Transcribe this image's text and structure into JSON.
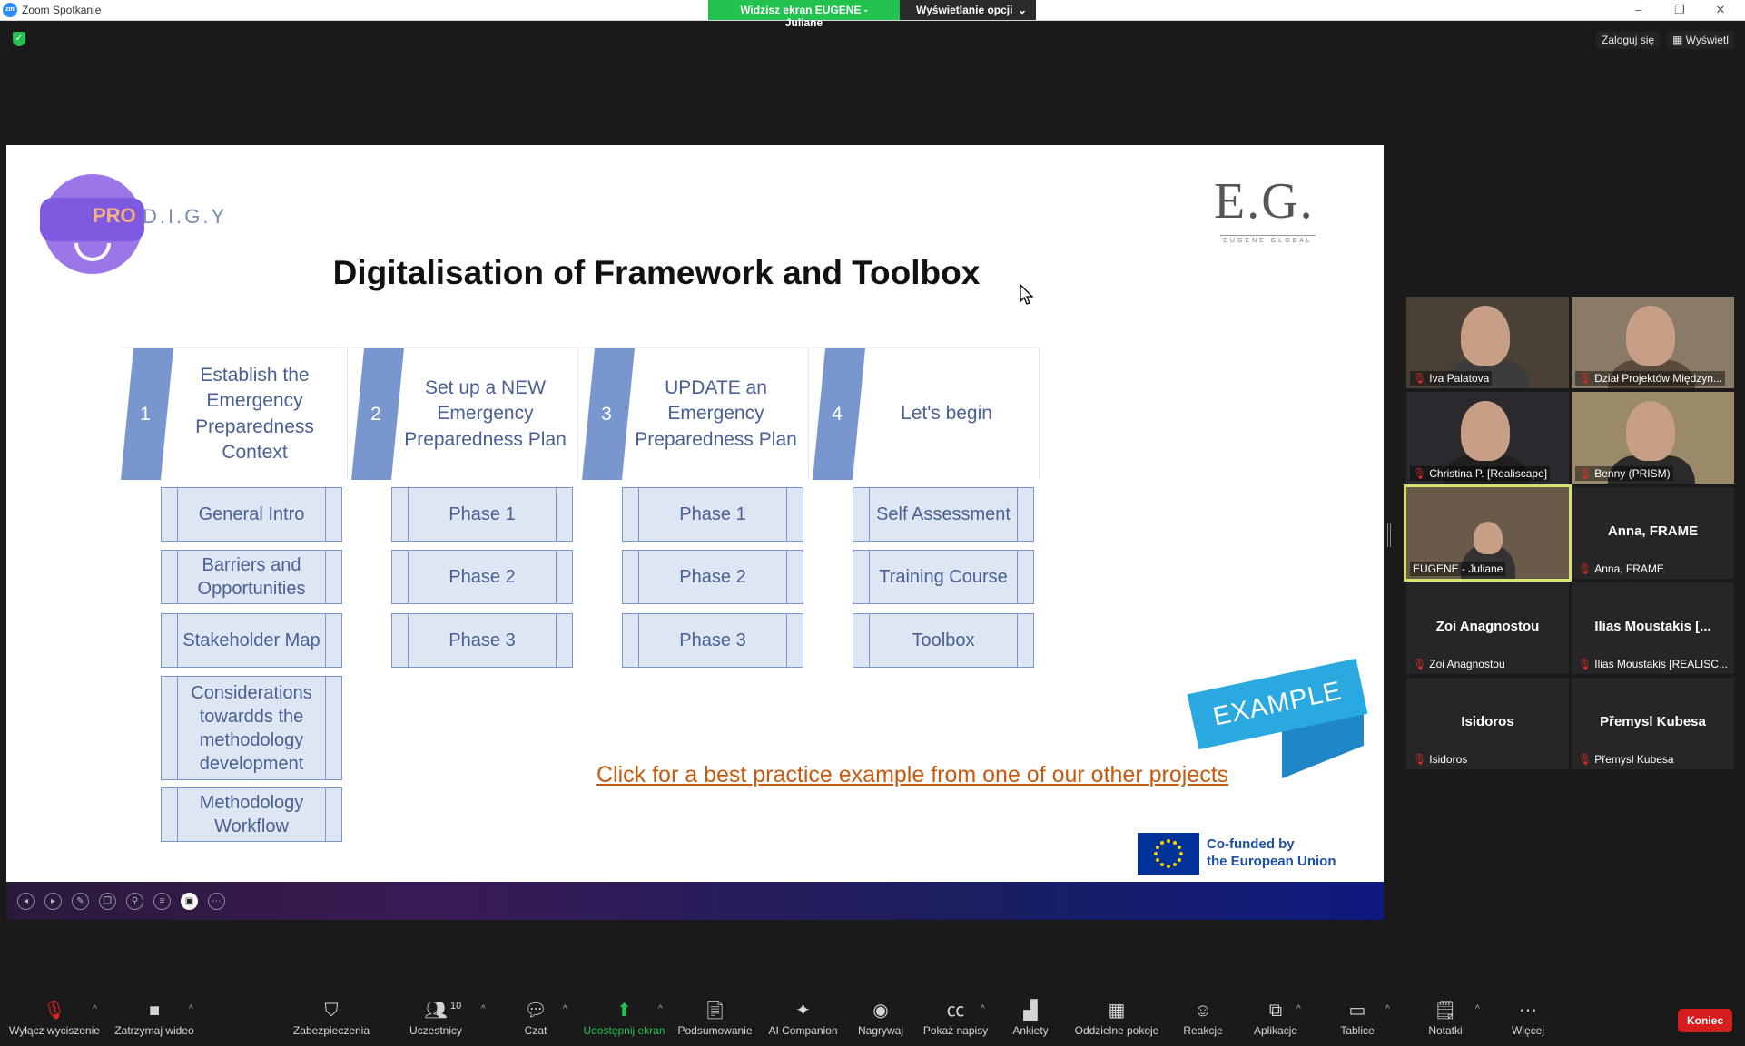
{
  "window": {
    "app_icon": "zm",
    "title": "Zoom Spotkanie",
    "share_banner": "Widzisz ekran EUGENE - Juliane",
    "view_options": "Wyświetlanie opcji",
    "login": "Zaloguj się",
    "view": "Wyświetl"
  },
  "slide": {
    "logo_pro": "PRO",
    "logo_rest": "D.I.G.Y",
    "eg_logo": "E.G.",
    "eg_sub": "EUGENE GLOBAL",
    "title": "Digitalisation of Framework and Toolbox",
    "columns": [
      {
        "num": "1",
        "title": "Establish the Emergency Preparedness Context",
        "items": [
          "General Intro",
          "Barriers and Opportunities",
          "Stakeholder Map",
          "Considerations towardds the methodology development",
          "Methodology Workflow"
        ]
      },
      {
        "num": "2",
        "title": "Set up a NEW Emergency Preparedness Plan",
        "items": [
          "Phase 1",
          "Phase 2",
          "Phase 3"
        ]
      },
      {
        "num": "3",
        "title": "UPDATE an Emergency Preparedness Plan",
        "items": [
          "Phase 1",
          "Phase 2",
          "Phase 3"
        ]
      },
      {
        "num": "4",
        "title": "Let's begin",
        "items": [
          "Self Assessment",
          "Training Course",
          "Toolbox"
        ]
      }
    ],
    "example_badge": "EXAMPLE",
    "best_practice_link": "Click for a best practice example from one of our other projects",
    "eu_text_1": "Co-funded by",
    "eu_text_2": "the European Union",
    "colors": {
      "accent": "#7a96cf",
      "box_fill": "#dee6f3",
      "text": "#4a5f93",
      "link": "#c55a11",
      "badge": "#29a9df",
      "eu_blue": "#003399"
    }
  },
  "slide_controls": [
    "prev-icon",
    "next-icon",
    "pen-icon",
    "copy-icon",
    "zoom-icon",
    "menu-icon",
    "video-icon",
    "more-icon"
  ],
  "participants": [
    {
      "name": "Iva Palatova",
      "display": "",
      "video": true,
      "muted": true
    },
    {
      "name": "Dział Projektów Międzyn...",
      "display": "",
      "video": true,
      "muted": true
    },
    {
      "name": "Christina P. [Realiscape]",
      "display": "",
      "video": true,
      "muted": true
    },
    {
      "name": "Benny (PRISM)",
      "display": "",
      "video": true,
      "muted": true
    },
    {
      "name": "EUGENE - Juliane",
      "display": "",
      "video": true,
      "muted": false,
      "active": true
    },
    {
      "name": "Anna, FRAME",
      "display": "Anna, FRAME",
      "video": false,
      "muted": true
    },
    {
      "name": "Zoi Anagnostou",
      "display": "Zoi Anagnostou",
      "video": false,
      "muted": true
    },
    {
      "name": "Ilias Moustakis [REALISC...",
      "display": "Ilias Moustakis [...",
      "video": false,
      "muted": true
    },
    {
      "name": "Isidoros",
      "display": "Isidoros",
      "video": false,
      "muted": true
    },
    {
      "name": "Přemysl Kubesa",
      "display": "Přemysl Kubesa",
      "video": false,
      "muted": true
    }
  ],
  "toolbar": {
    "mute": "Wyłącz wyciszenie",
    "video": "Zatrzymaj wideo",
    "security": "Zabezpieczenia",
    "participants": "Uczestnicy",
    "participants_count": "10",
    "chat": "Czat",
    "share": "Udostępnij ekran",
    "summary": "Podsumowanie",
    "ai": "AI Companion",
    "record": "Nagrywaj",
    "captions": "Pokaż napisy",
    "polls": "Ankiety",
    "breakout": "Oddzielne pokoje",
    "reactions": "Reakcje",
    "apps": "Aplikacje",
    "whiteboards": "Tablice",
    "notes": "Notatki",
    "more": "Więcej",
    "end": "Koniec"
  }
}
